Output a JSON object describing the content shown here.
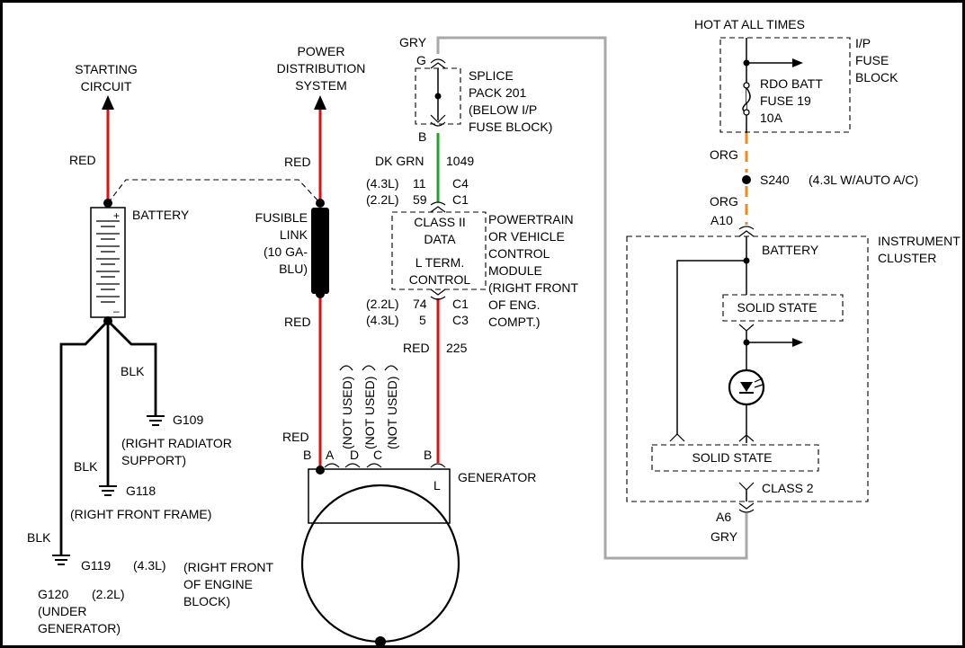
{
  "colors": {
    "red_wire": "#e01010",
    "green_wire": "#2aa02a",
    "gray_wire": "#a8a8a8",
    "orange_wire": "#f08a1e",
    "ink": "#000000",
    "border": "#000000"
  },
  "labels": {
    "starting_1": "STARTING",
    "starting_2": "CIRCUIT",
    "pds_1": "POWER",
    "pds_2": "DISTRIBUTION",
    "pds_3": "SYSTEM",
    "red_a": "RED",
    "red_b": "RED",
    "red_c": "RED",
    "red_d": "RED",
    "battery": "BATTERY",
    "fusible_1": "FUSIBLE",
    "fusible_2": "LINK",
    "fusible_3": "(10 GA-",
    "fusible_4": "BLU)",
    "blk_a": "BLK",
    "blk_b": "BLK",
    "blk_c": "BLK",
    "g109": "G109",
    "g109_desc_1": "(RIGHT RADIATOR",
    "g109_desc_2": "SUPPORT)",
    "g118": "G118",
    "g118_desc": "(RIGHT FRONT FRAME)",
    "g119": "G119",
    "g119_eng": "(4.3L)",
    "g119_desc_1": "(RIGHT FRONT",
    "g119_desc_2": "OF ENGINE",
    "g119_desc_3": "BLOCK)",
    "g120": "G120",
    "g120_eng": "(2.2L)",
    "g120_desc_1": "(UNDER",
    "g120_desc_2": "GENERATOR)",
    "gry_top": "GRY",
    "pin_g": "G",
    "pin_b_splice": "B",
    "splice_1": "SPLICE",
    "splice_2": "PACK 201",
    "splice_3": "(BELOW I/P",
    "splice_4": "FUSE BLOCK)",
    "dk_grn": "DK GRN",
    "circuit_1049": "1049",
    "eng43_top": "(4.3L)",
    "eng22_top": "(2.2L)",
    "pin11": "11",
    "pin59": "59",
    "conn_c4": "C4",
    "conn_c1_top": "C1",
    "class2_1": "CLASS II",
    "class2_2": "DATA",
    "lterm_1": "L TERM.",
    "lterm_2": "CONTROL",
    "pcm_1": "POWERTRAIN",
    "pcm_2": "OR VEHICLE",
    "pcm_3": "CONTROL",
    "pcm_4": "MODULE",
    "pcm_5": "(RIGHT FRONT",
    "pcm_6": "OF ENG.",
    "pcm_7": "COMPT.)",
    "eng22_bot": "(2.2L)",
    "eng43_bot": "(4.3L)",
    "pin74": "74",
    "pin5": "5",
    "conn_c1_bot": "C1",
    "conn_c3": "C3",
    "red_225": "RED",
    "circuit_225": "225",
    "not_used_1": "(NOT USED)",
    "not_used_2": "(NOT USED)",
    "not_used_3": "(NOT USED)",
    "gen_pin_b1": "B",
    "gen_pin_a": "A",
    "gen_pin_d": "D",
    "gen_pin_c": "C",
    "gen_pin_b2": "B",
    "gen_pin_l": "L",
    "generator": "GENERATOR",
    "hot": "HOT AT ALL TIMES",
    "ip_1": "I/P",
    "ip_2": "FUSE",
    "ip_3": "BLOCK",
    "fuse_1": "RDO BATT",
    "fuse_2": "FUSE 19",
    "fuse_3": "10A",
    "org_a": "ORG",
    "org_b": "ORG",
    "s240": "S240",
    "s240_desc": "(4.3L W/AUTO A/C)",
    "a10": "A10",
    "ic_battery": "BATTERY",
    "ic_1": "INSTRUMENT",
    "ic_2": "CLUSTER",
    "solid_state_1": "SOLID STATE",
    "solid_state_2": "SOLID STATE",
    "class_2": "CLASS 2",
    "a6": "A6",
    "gry_bot": "GRY"
  }
}
